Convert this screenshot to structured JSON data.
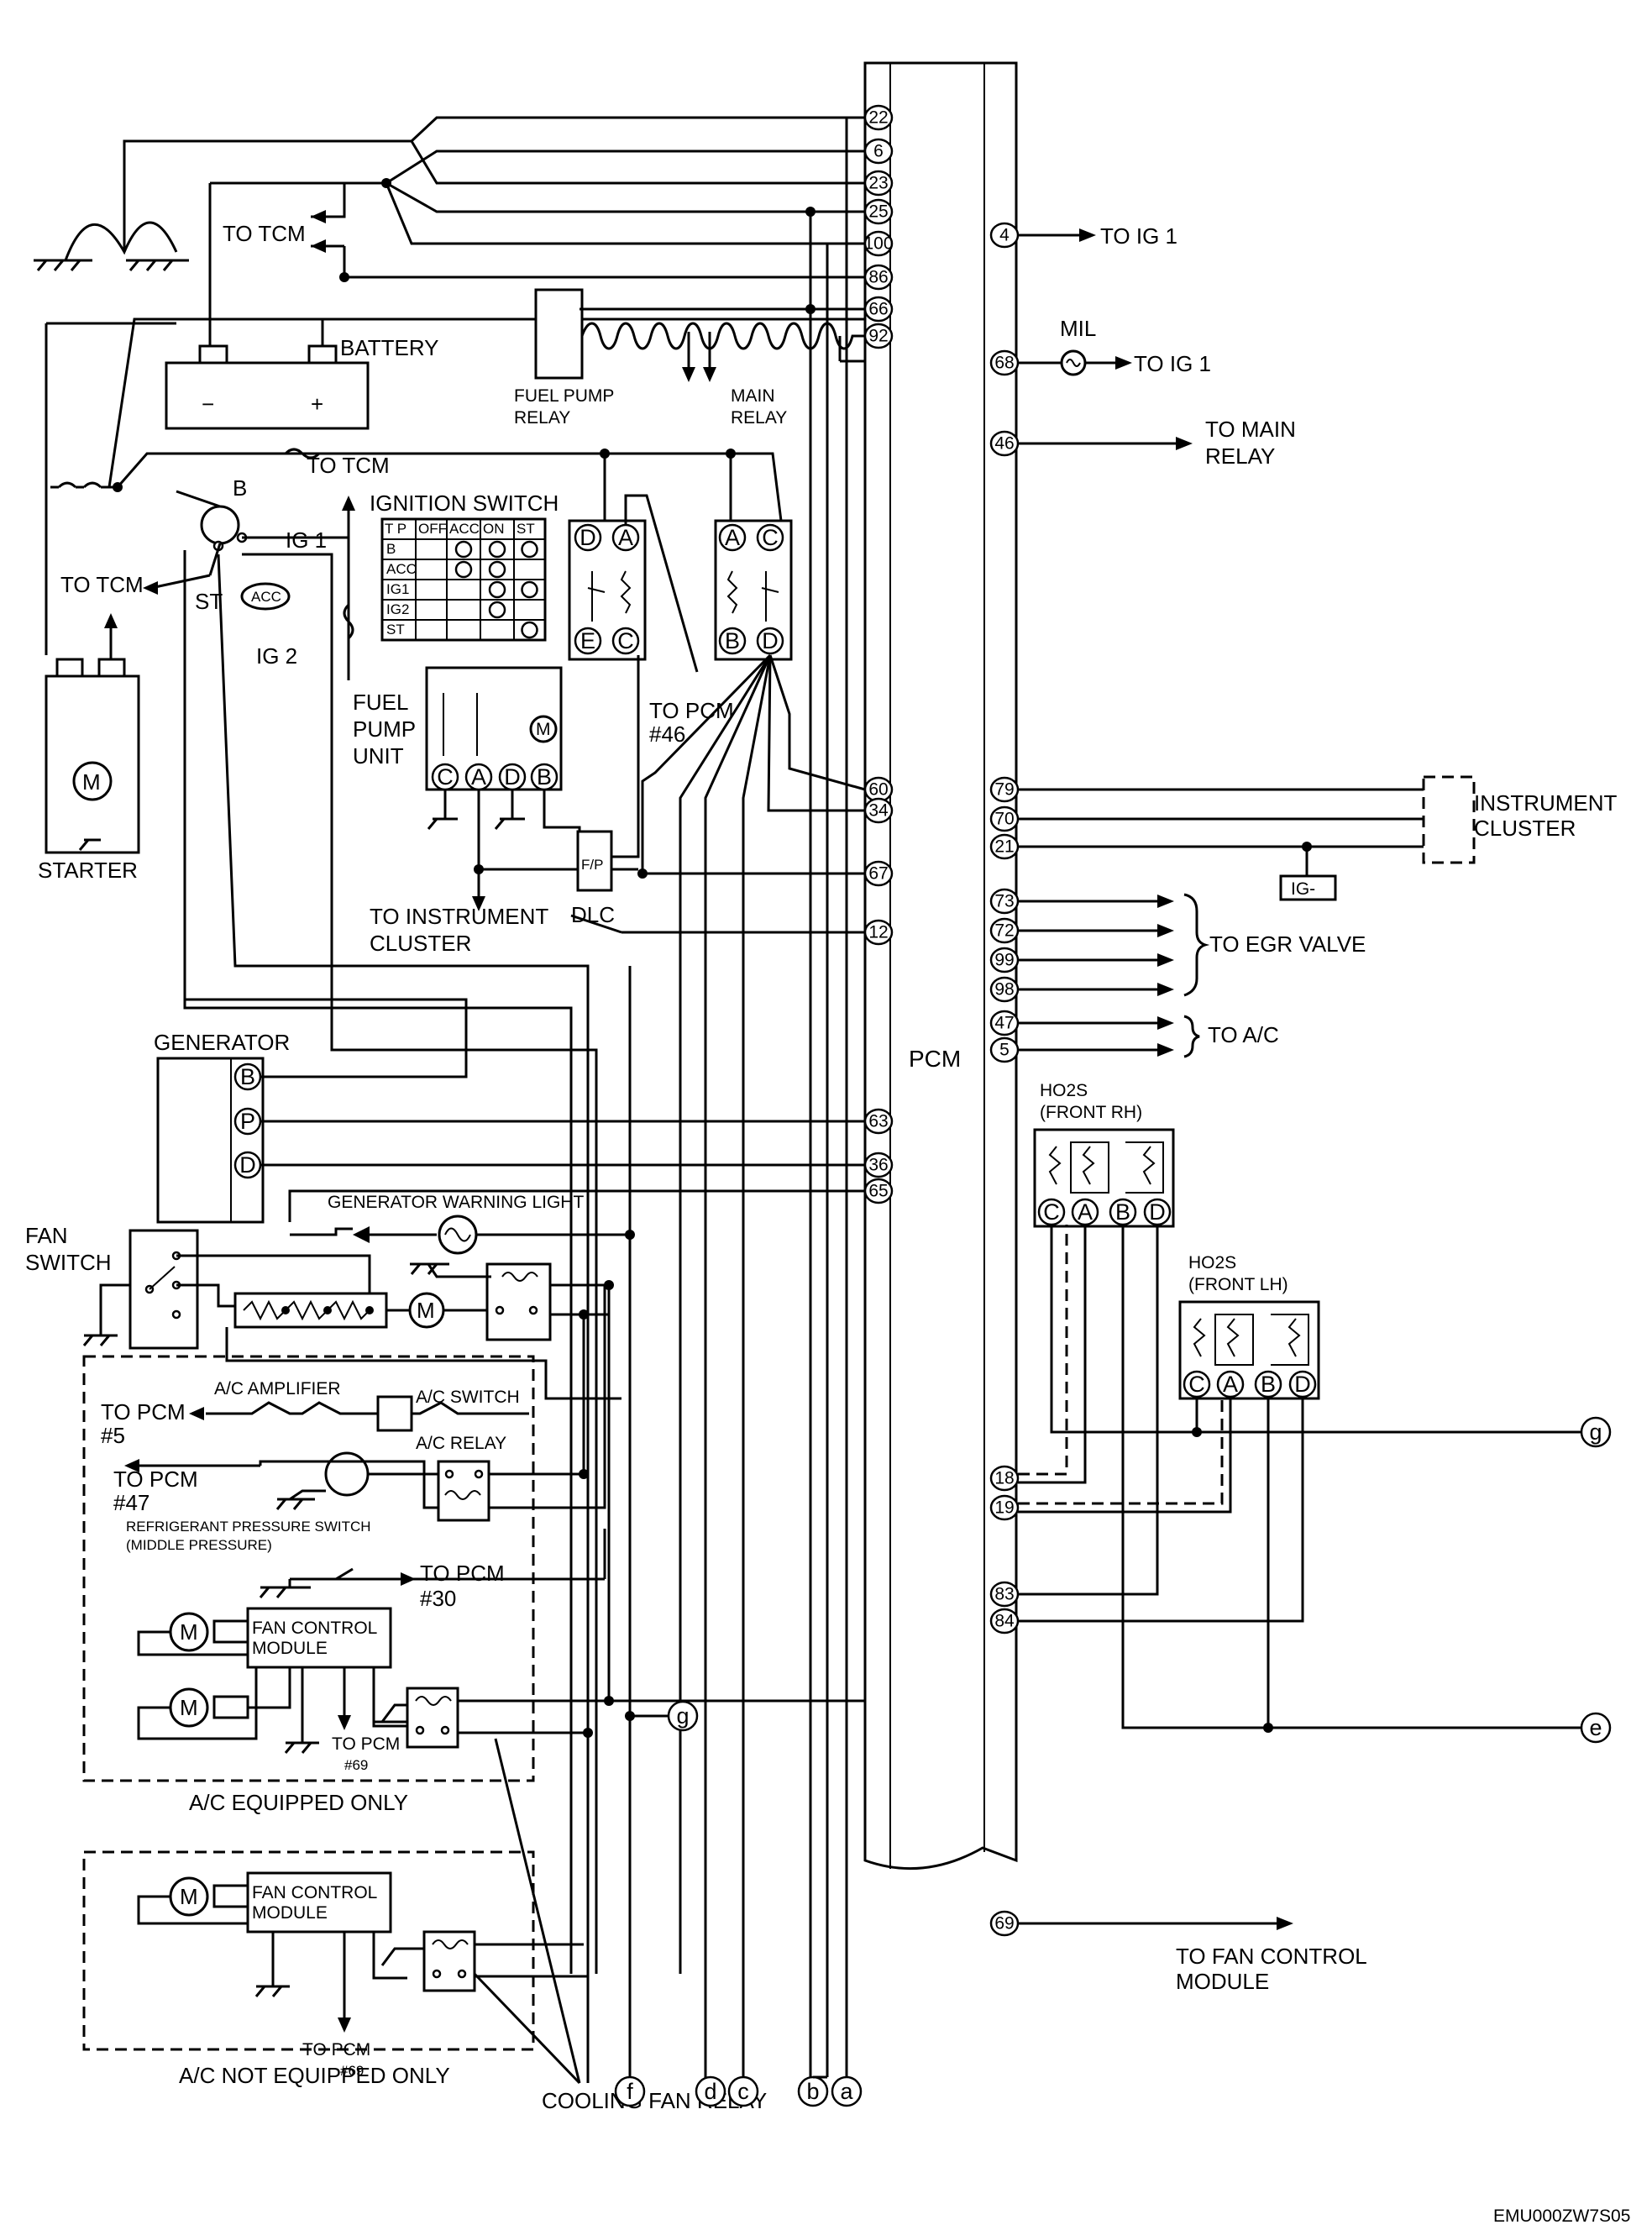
{
  "pcm": {
    "label": "PCM",
    "left_pins": [
      "22",
      "6",
      "23",
      "25",
      "100",
      "86",
      "66",
      "92",
      "60",
      "34",
      "67",
      "12",
      "63",
      "36",
      "65"
    ],
    "right_pins": [
      "4",
      "68",
      "46",
      "79",
      "70",
      "21",
      "73",
      "72",
      "99",
      "98",
      "47",
      "5",
      "18",
      "19",
      "83",
      "84",
      "69"
    ]
  },
  "labels": {
    "to_tcm": "TO TCM",
    "battery": "BATTERY",
    "fuel_pump_relay": "FUEL PUMP\nRELAY",
    "main_relay": "MAIN\nRELAY",
    "ignition_switch": "IGNITION SWITCH",
    "ig1": "IG 1",
    "ig2": "IG 2",
    "st": "ST",
    "b": "B",
    "acc": "ACC",
    "starter": "STARTER",
    "fuel_pump_unit": "FUEL\nPUMP\nUNIT",
    "to_pcm_46": "TO PCM\n#46",
    "fp": "F/P",
    "dlc": "DLC",
    "to_instrument_cluster": "TO INSTRUMENT\nCLUSTER",
    "generator": "GENERATOR",
    "generator_warning_light": "GENERATOR WARNING LIGHT",
    "fan_switch": "FAN\nSWITCH",
    "ac_amplifier": "A/C AMPLIFIER",
    "ac_switch": "A/C SWITCH",
    "ac_relay": "A/C RELAY",
    "to_pcm_5": "TO PCM\n#5",
    "to_pcm_47": "TO PCM\n#47",
    "refrigerant_switch": "REFRIGERANT PRESSURE SWITCH\n(MIDDLE PRESSURE)",
    "to_pcm_30": "TO PCM\n#30",
    "fan_control_module": "FAN CONTROL\nMODULE",
    "to_pcm_69": "TO PCM\n#69",
    "ac_equipped_only": "A/C EQUIPPED ONLY",
    "ac_not_equipped_only": "A/C NOT EQUIPPED ONLY",
    "cooling_fan_relay": "COOLING FAN RELAY",
    "to_ig1": "TO IG 1",
    "mil": "MIL",
    "to_main_relay": "TO MAIN\nRELAY",
    "instrument_cluster": "INSTRUMENT\nCLUSTER",
    "ig_minus": "IG-",
    "to_egr_valve": "TO EGR VALVE",
    "to_ac": "TO A/C",
    "ho2s_front_rh": "HO2S\n(FRONT RH)",
    "ho2s_front_lh": "HO2S\n(FRONT LH)",
    "to_fan_control_module": "TO FAN CONTROL\nMODULE",
    "footer_code": "EMU000ZW7S05",
    "minus": "−",
    "plus": "+",
    "m": "M"
  },
  "ignition_table": {
    "header": [
      "T P",
      "OFF",
      "ACC",
      "ON",
      "ST"
    ],
    "rows": [
      "B",
      "ACC",
      "IG1",
      "IG2",
      "ST"
    ]
  },
  "connector_letters": {
    "fuel_pump_relay_top": [
      "D",
      "A"
    ],
    "fuel_pump_relay_bottom": [
      "E",
      "C"
    ],
    "main_relay_top": [
      "A",
      "C"
    ],
    "main_relay_bottom": [
      "B",
      "D"
    ],
    "fuel_pump_unit": [
      "C",
      "A",
      "D",
      "B"
    ],
    "generator": [
      "B",
      "P",
      "D"
    ],
    "ho2s": [
      "C",
      "A",
      "B",
      "D"
    ]
  },
  "offpage_refs": [
    "a",
    "b",
    "c",
    "d",
    "e",
    "f",
    "g"
  ]
}
